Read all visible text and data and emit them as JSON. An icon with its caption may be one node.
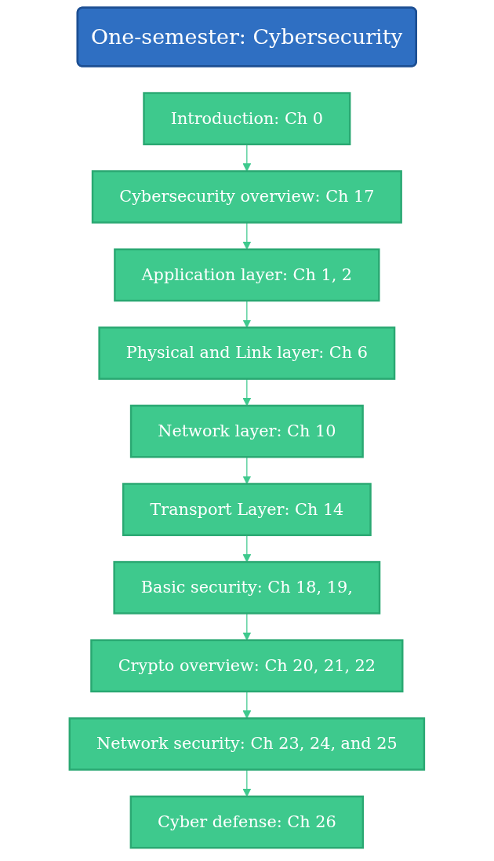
{
  "diagram": {
    "nodes": [
      {
        "text": [
          "One-semester: Cybersecurity"
        ]
      },
      {
        "text": [
          "Introduction: Ch 0"
        ]
      },
      {
        "text": [
          "Cybersecurity overview: Ch 17"
        ]
      },
      {
        "text": [
          "Application layer: Ch 1, 2"
        ]
      },
      {
        "text": [
          "Physical and Link layer: Ch 6"
        ]
      },
      {
        "text": [
          "Network layer: Ch 10"
        ]
      },
      {
        "text": [
          "Transport Layer: Ch 14"
        ]
      },
      {
        "text": [
          "Basic security: Ch 18, 19,"
        ]
      },
      {
        "text": [
          "Crypto overview: Ch 20, 21, 22"
        ]
      },
      {
        "text": [
          "Network security: Ch 23, 24, and 25"
        ]
      },
      {
        "text": [
          "Cyber defense: Ch 26"
        ]
      }
    ],
    "edges": [
      {
        "from": 1,
        "to": 2,
        "arrow": "to"
      },
      {
        "from": 2,
        "to": 3,
        "arrow": "to"
      },
      {
        "from": 3,
        "to": 4,
        "arrow": "to"
      },
      {
        "from": 4,
        "to": 5,
        "arrow": "to"
      },
      {
        "from": 5,
        "to": 6,
        "arrow": "to"
      },
      {
        "from": 6,
        "to": 7,
        "arrow": "to"
      },
      {
        "from": 7,
        "to": 8,
        "arrow": "to"
      },
      {
        "from": 8,
        "to": 9,
        "arrow": "to"
      },
      {
        "from": 9,
        "to": 10,
        "arrow": "to"
      }
    ]
  }
}
